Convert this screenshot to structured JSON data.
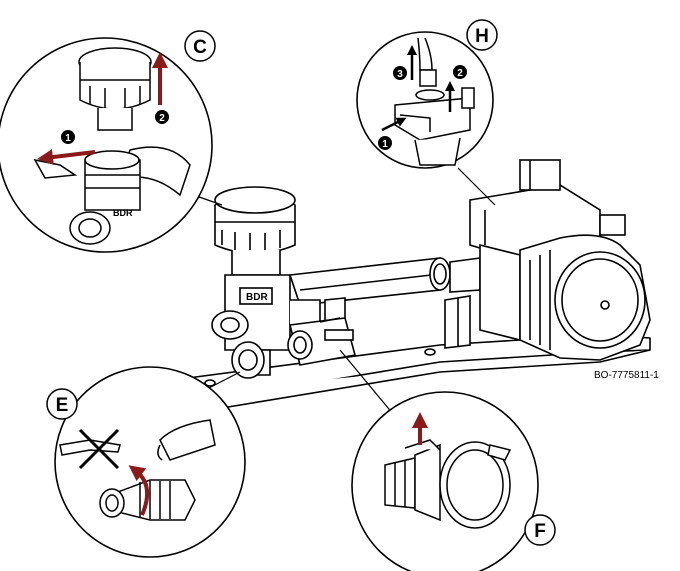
{
  "diagram": {
    "reference": "BO-7775811-1",
    "detail_views": [
      {
        "letter": "C",
        "steps": [
          "1",
          "2"
        ]
      },
      {
        "letter": "H",
        "steps": [
          "1",
          "2",
          "3"
        ]
      },
      {
        "letter": "E",
        "steps": []
      },
      {
        "letter": "F",
        "steps": []
      }
    ],
    "stamp_text": "BDR",
    "colors": {
      "line": "#000000",
      "arrow": "#8b1a1a",
      "fill": "#ffffff",
      "shade": "#dcdcdc"
    }
  }
}
